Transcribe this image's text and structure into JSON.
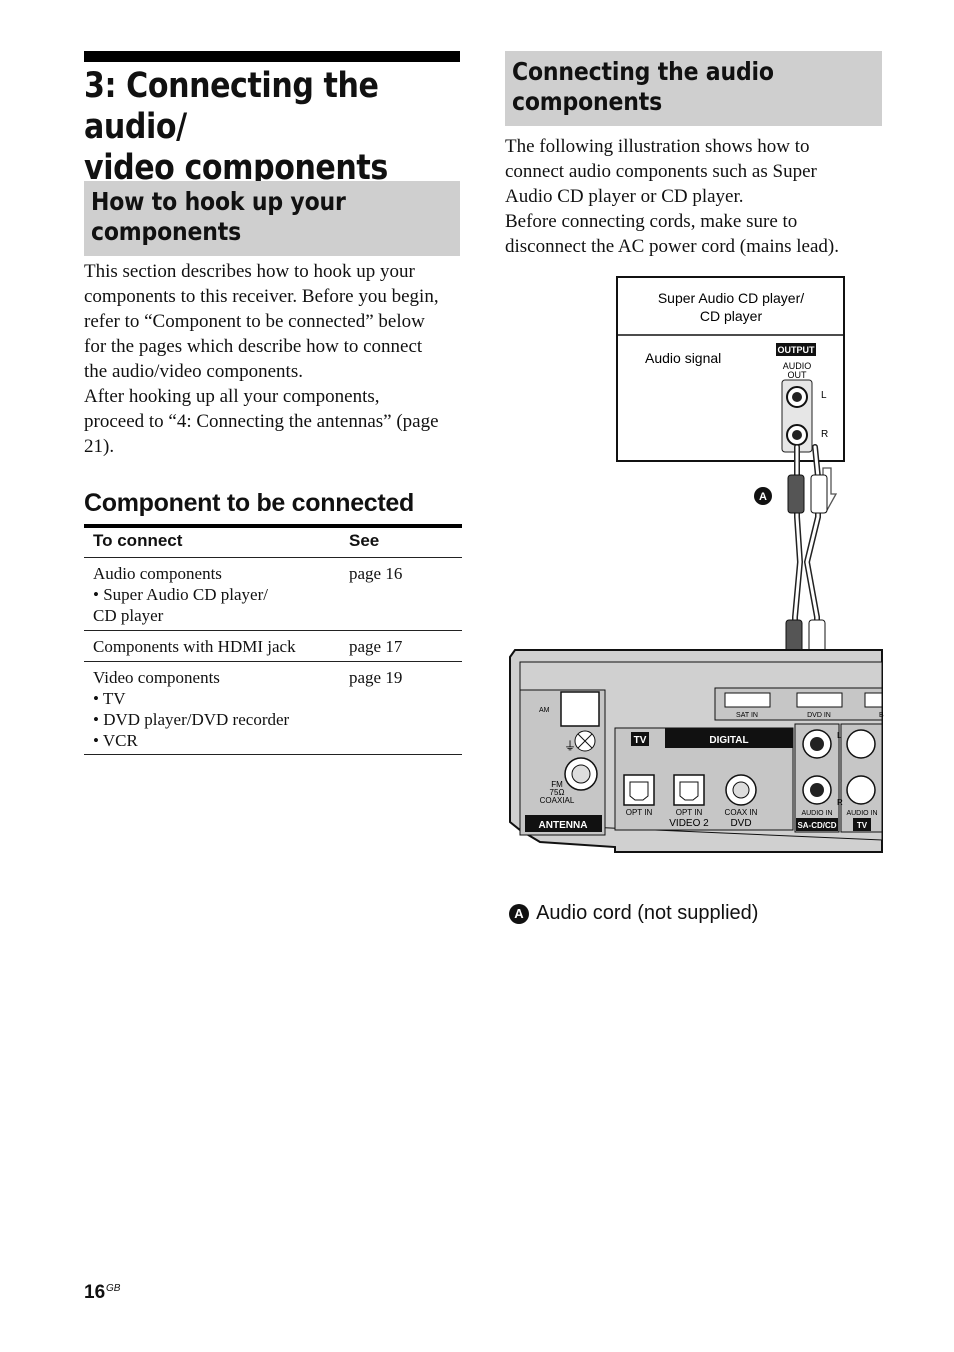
{
  "chapter": {
    "title": "3: Connecting the audio/\nvideo components"
  },
  "hookup": {
    "heading": "How to hook up your\ncomponents",
    "body": "This section describes how to hook up your\ncomponents to this receiver. Before you begin,\nrefer to “Component to be connected” below\nfor the pages which describe how to connect\nthe audio/video components.\nAfter hooking up all your components,\nproceed to “4: Connecting the antennas” (page\n21)."
  },
  "component_table": {
    "heading": "Component to be connected",
    "headers": {
      "connect": "To connect",
      "see": "See"
    },
    "rows": [
      {
        "connect": "Audio components\n•  Super Audio CD player/\n    CD player",
        "see": "page 16"
      },
      {
        "connect": "Components with HDMI jack",
        "see": "page 17"
      },
      {
        "connect": "Video components\n•  TV\n•  DVD player/DVD recorder\n•  VCR",
        "see": "page 19"
      }
    ]
  },
  "audio_section": {
    "heading": "Connecting the audio\ncomponents",
    "body": "The following illustration shows how to\nconnect audio components such as Super\nAudio CD player or CD player.\nBefore connecting cords, make sure to\ndisconnect the AC power cord (mains lead)."
  },
  "diagram": {
    "player_label_1": "Super Audio CD player/",
    "player_label_2": "CD player",
    "signal_label": "Audio signal",
    "output_badge": "OUTPUT",
    "audio_out_1": "AUDIO",
    "audio_out_2": "OUT",
    "left": "L",
    "right": "R",
    "callout": "A",
    "receiver": {
      "am": "AM",
      "fm_1": "FM",
      "fm_2": "75Ω",
      "fm_3": "COAXIAL",
      "antenna": "ANTENNA",
      "tv_badge": "TV",
      "digital": "DIGITAL",
      "opt_in_1": "OPT IN",
      "opt_in_2": "OPT IN",
      "coax_in": "COAX IN",
      "video2": "VIDEO 2",
      "dvd": "DVD",
      "sat_in": "SAT IN",
      "dvd_in": "DVD IN",
      "b_cut": "B",
      "audio_in_1": "AUDIO IN",
      "audio_in_2": "AUDIO IN",
      "sacd": "SA-CD/CD",
      "tv_badge_2": "TV",
      "l": "L",
      "r": "R"
    }
  },
  "legend": {
    "marker": "A",
    "text": "Audio cord (not supplied)"
  },
  "footer": {
    "page_number": "16",
    "suffix": "GB"
  }
}
